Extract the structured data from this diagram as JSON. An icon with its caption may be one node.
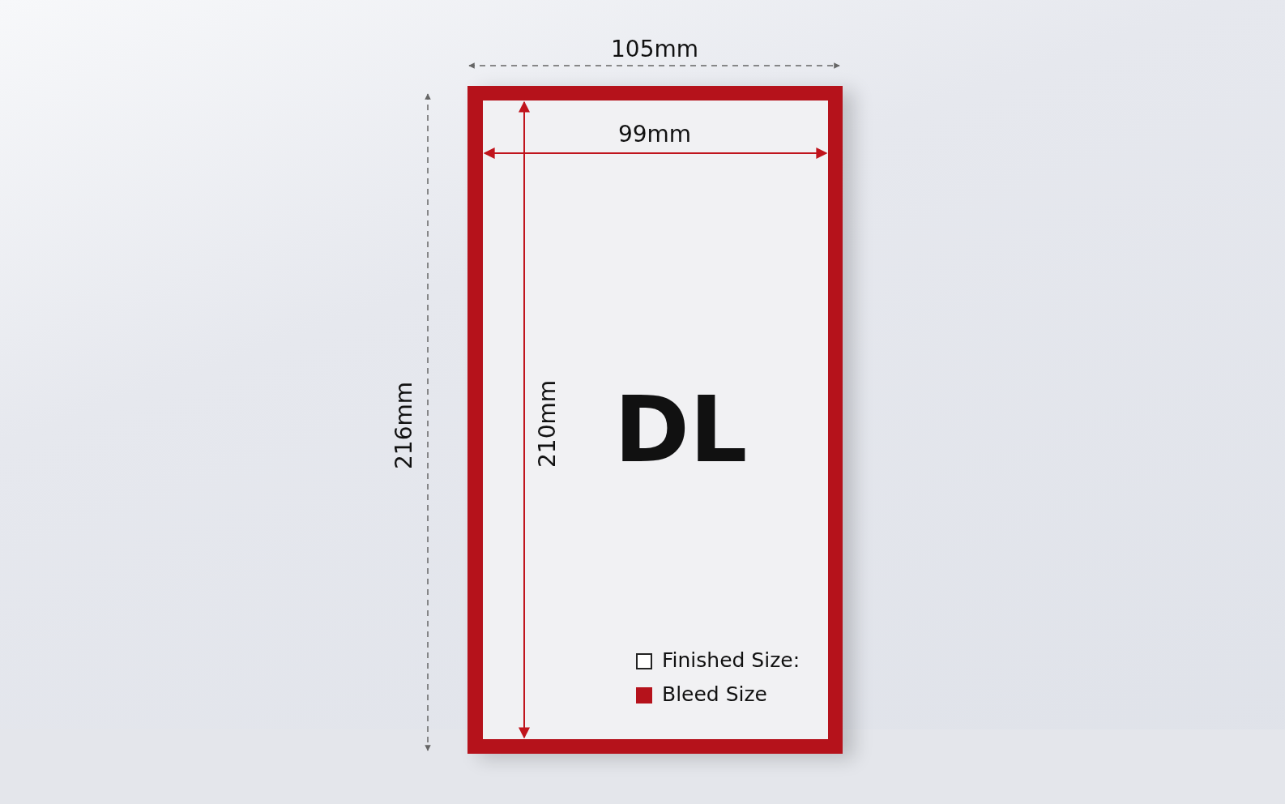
{
  "diagram": {
    "nodes": [
      {
        "text": [],
        "shape": "box"
      },
      {
        "text": [
          "DL"
        ],
        "in": 0
      }
    ],
    "edges": [],
    "labels": [
      "105mm",
      "99mm",
      "216mm",
      "210mm"
    ],
    "legend": [
      {
        "text": "Finished Size:"
      },
      {
        "text": "Bleed Size",
        "color": "#b5121b"
      }
    ]
  }
}
